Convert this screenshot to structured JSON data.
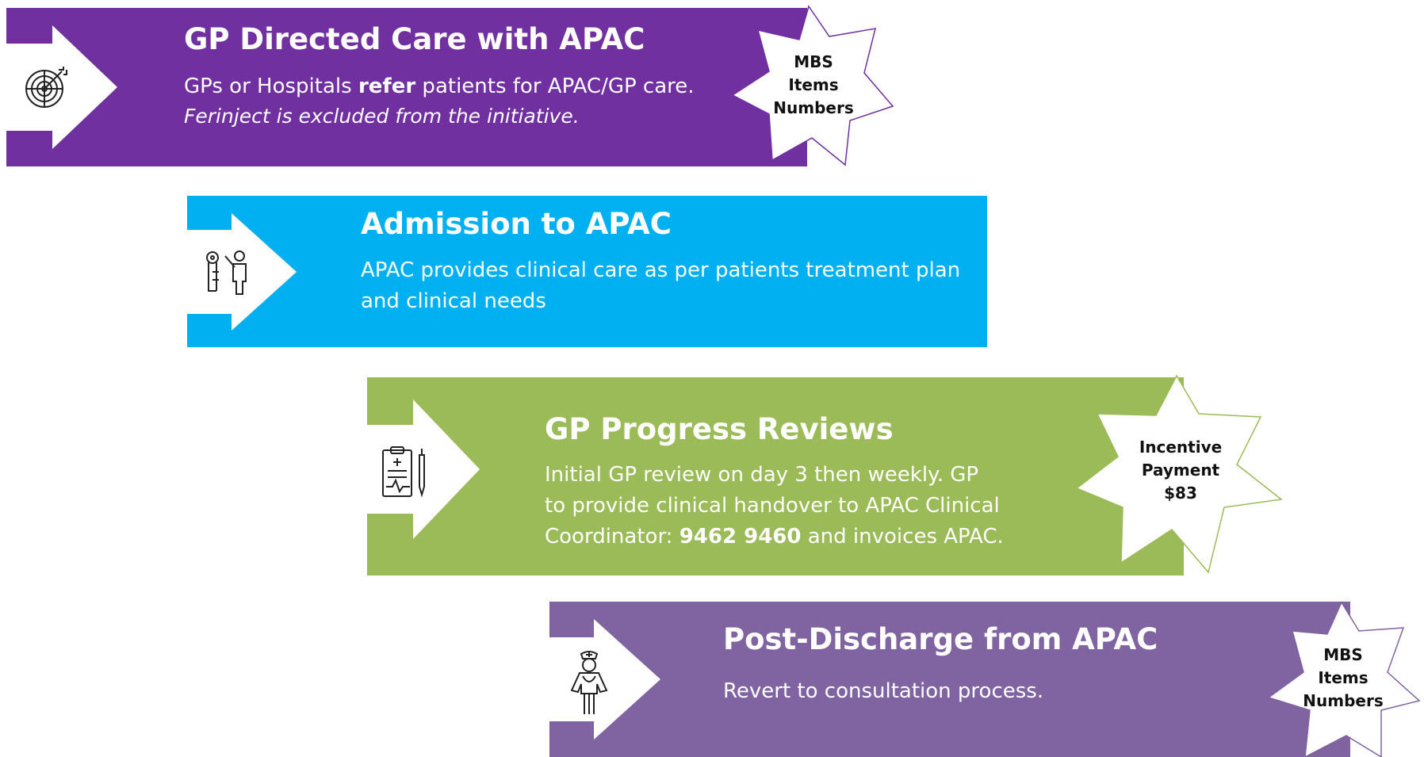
{
  "colors": {
    "purple": "#7030a0",
    "blue": "#00b0f0",
    "green": "#9bbb59",
    "lavender": "#8064a2"
  },
  "steps": [
    {
      "title": "GP Directed Care with APAC",
      "desc_pre": "GPs or Hospitals ",
      "desc_bold": "refer",
      "desc_post": " patients for APAC/GP care.",
      "note": "Ferinject is excluded from the initiative.",
      "icon": "target-icon",
      "badge": [
        "MBS",
        "Items",
        "Numbers"
      ]
    },
    {
      "title": "Admission to APAC",
      "desc": "APAC provides clinical care as per patients treatment plan and clinical needs",
      "icon": "key-person-icon"
    },
    {
      "title": "GP Progress Reviews",
      "desc_pre": "Initial GP review on day 3 then weekly. GP to provide clinical handover to APAC Clinical Coordinator: ",
      "desc_bold": "9462 9460",
      "desc_post": " and invoices APAC.",
      "icon": "medical-clipboard-icon",
      "badge": [
        "Incentive",
        "Payment",
        "$83"
      ]
    },
    {
      "title": "Post-Discharge from APAC",
      "desc": "Revert to consultation process.",
      "icon": "nurse-icon",
      "badge": [
        "MBS",
        "Items",
        "Numbers"
      ]
    }
  ]
}
